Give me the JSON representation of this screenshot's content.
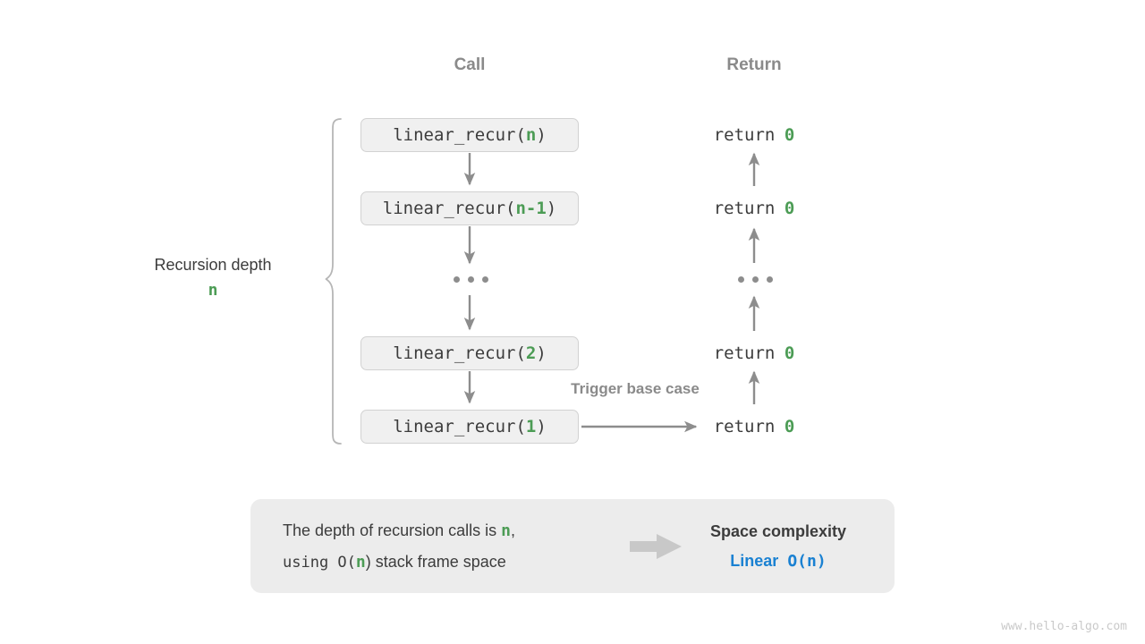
{
  "columns": {
    "call_header": "Call",
    "return_header": "Return"
  },
  "call_stack": [
    {
      "prefix": "linear_recur(",
      "arg": "n",
      "suffix": ")"
    },
    {
      "prefix": "linear_recur(",
      "arg": "n-1",
      "suffix": ")"
    },
    {
      "prefix": "linear_recur(",
      "arg": "2",
      "suffix": ")"
    },
    {
      "prefix": "linear_recur(",
      "arg": "1",
      "suffix": ")"
    }
  ],
  "returns": [
    {
      "keyword": "return",
      "value": "0"
    },
    {
      "keyword": "return",
      "value": "0"
    },
    {
      "keyword": "return",
      "value": "0"
    },
    {
      "keyword": "return",
      "value": "0"
    }
  ],
  "ellipsis": "• • •",
  "trigger_label": "Trigger base case",
  "depth": {
    "label": "Recursion depth",
    "value": "n"
  },
  "summary": {
    "line1_before": "The depth of recursion calls is ",
    "line1_var": "n",
    "line1_after": ",",
    "line2_before": "using O(",
    "line2_var": "n",
    "line2_after": ") stack frame space",
    "result_title": "Space complexity",
    "result_value_word": "Linear",
    "result_value_mono": "O(n)"
  },
  "watermark": "www.hello-algo.com",
  "colors": {
    "accent_green": "#4c9c55",
    "accent_blue": "#1a81d2",
    "box_fill": "#f0f0f0",
    "box_border": "#d2d2d2",
    "panel_fill": "#ececec",
    "arrow_gray": "#8d8d8d",
    "header_gray": "#8a8a8a",
    "text_dark": "#3c3c3c",
    "watermark_gray": "#c9c9c9"
  }
}
